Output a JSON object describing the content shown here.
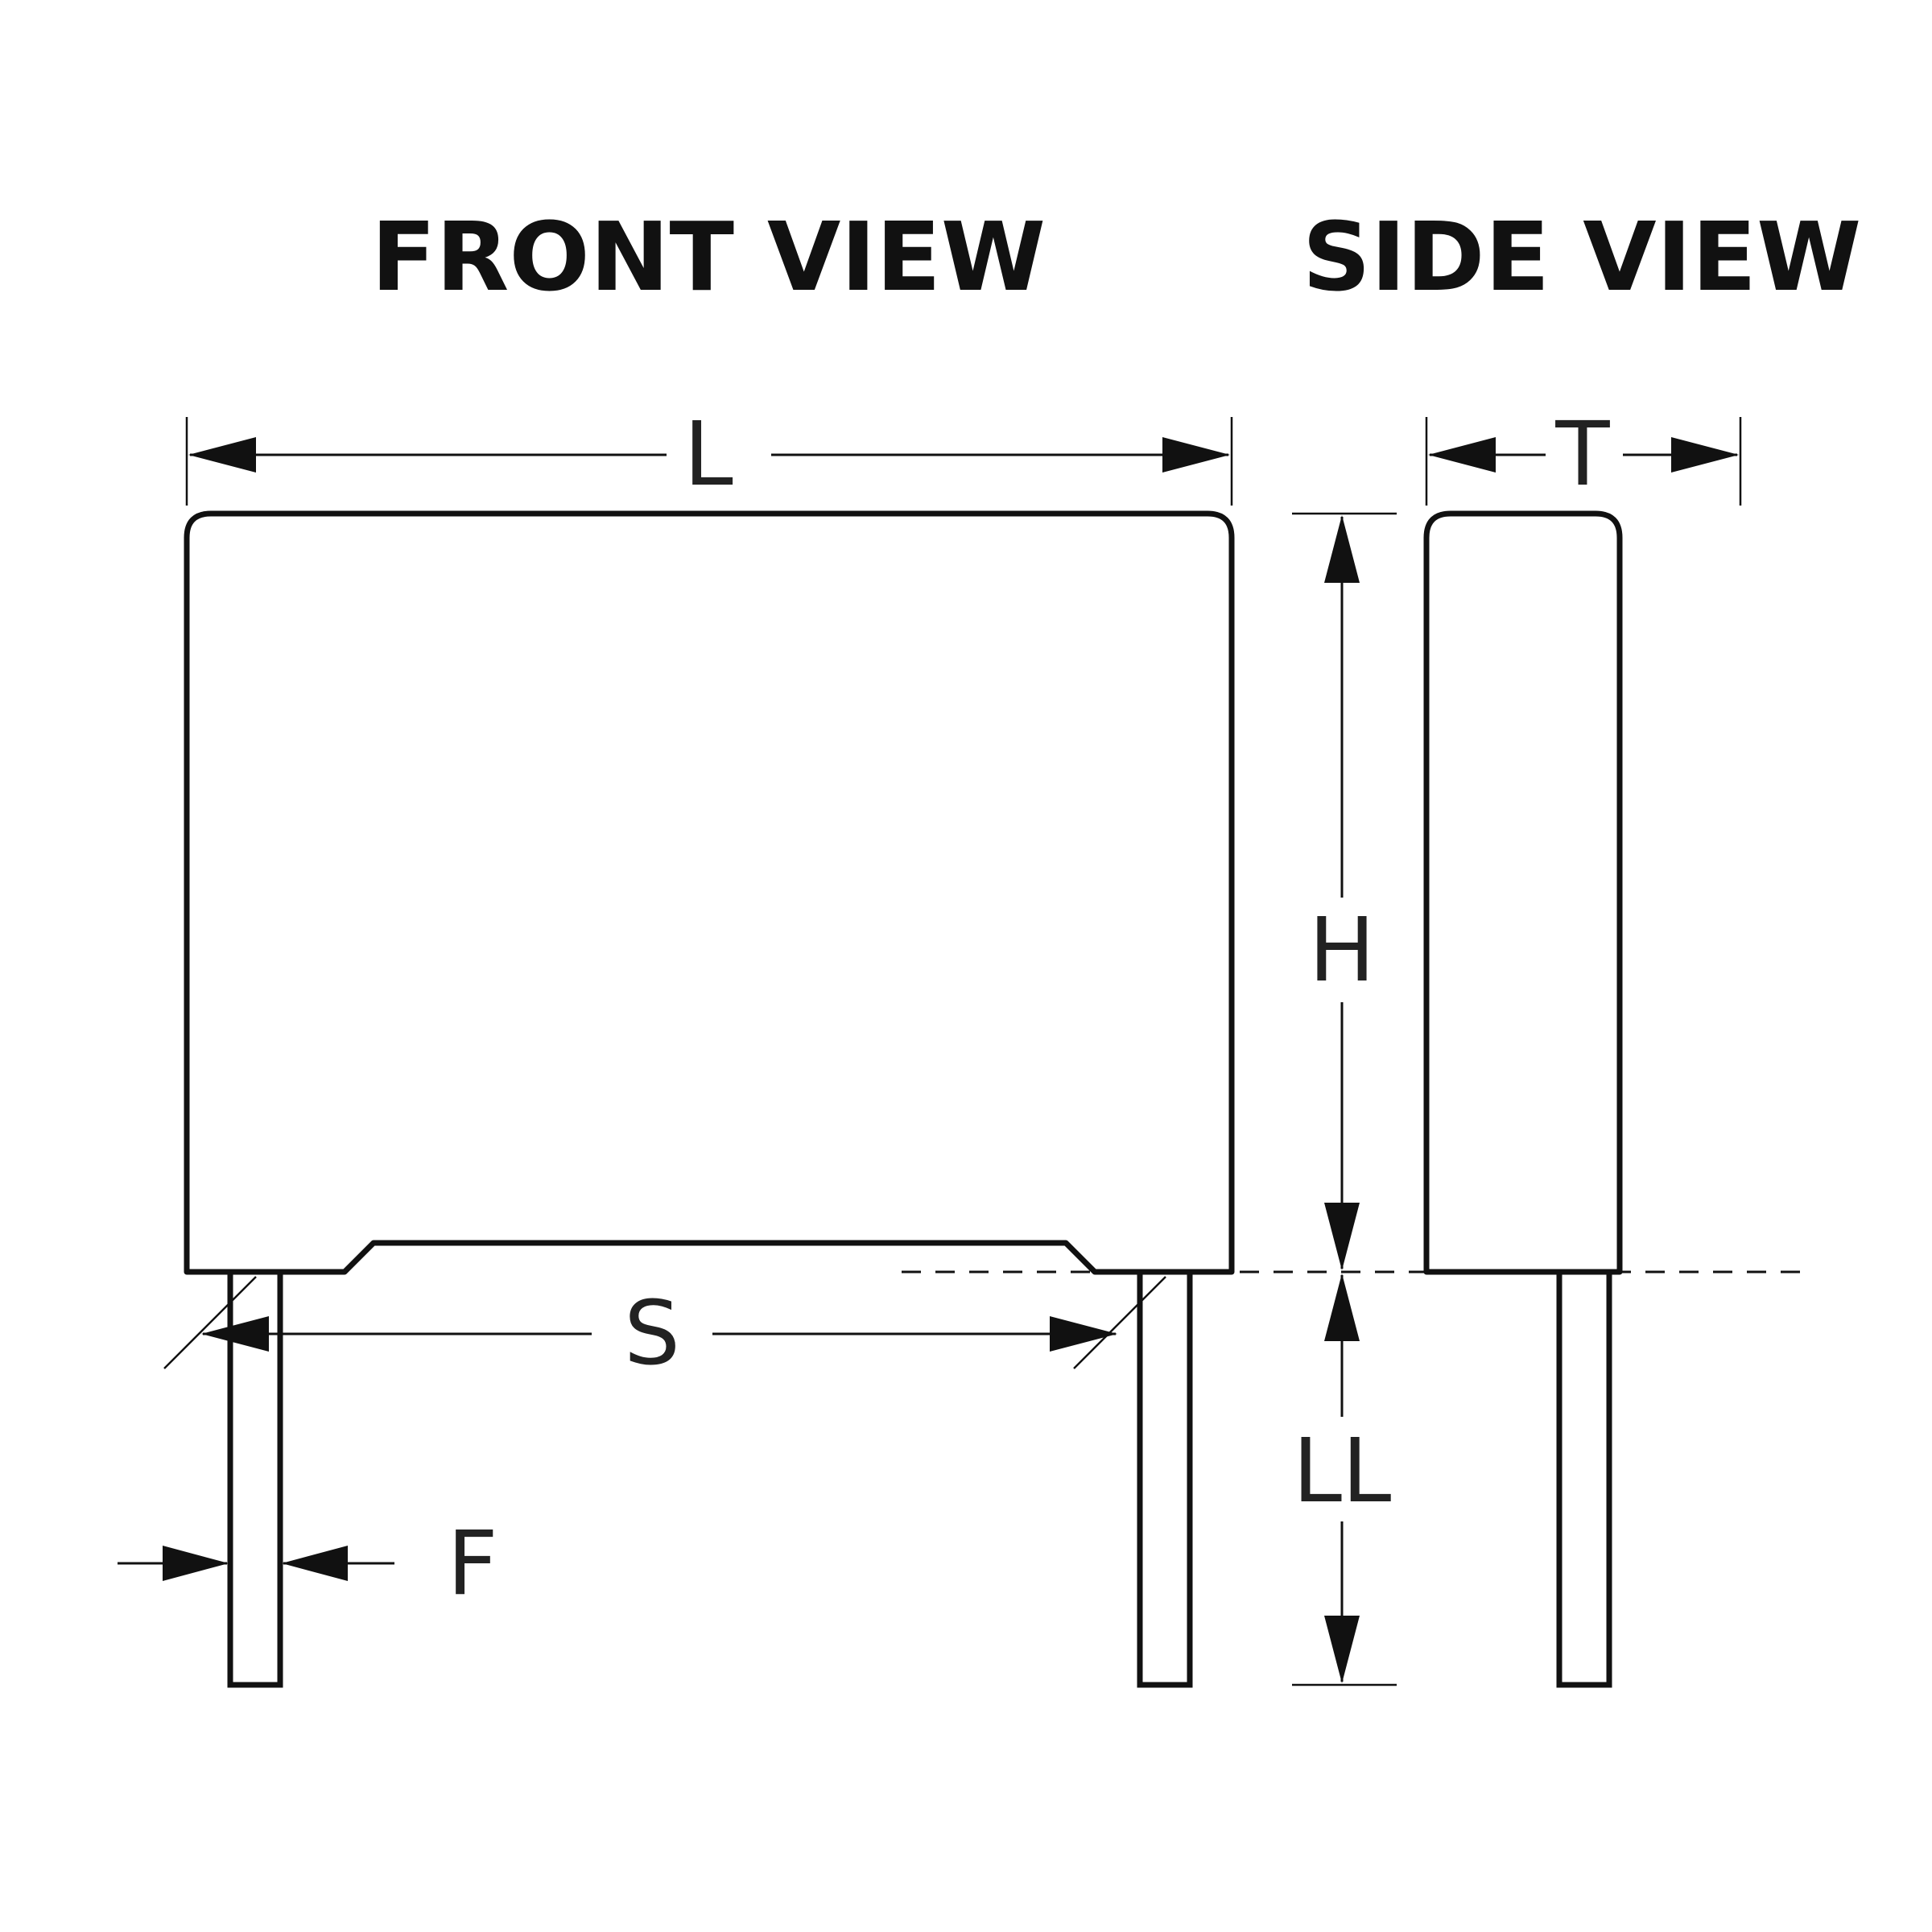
{
  "titles": {
    "front": "FRONT VIEW",
    "side": "SIDE VIEW"
  },
  "dimensions": {
    "length": "L",
    "thickness": "T",
    "height": "H",
    "lead_spacing": "S",
    "lead_length": "LL",
    "lead_diameter": "F"
  },
  "colors": {
    "line": "#111111",
    "background": "#ffffff"
  }
}
